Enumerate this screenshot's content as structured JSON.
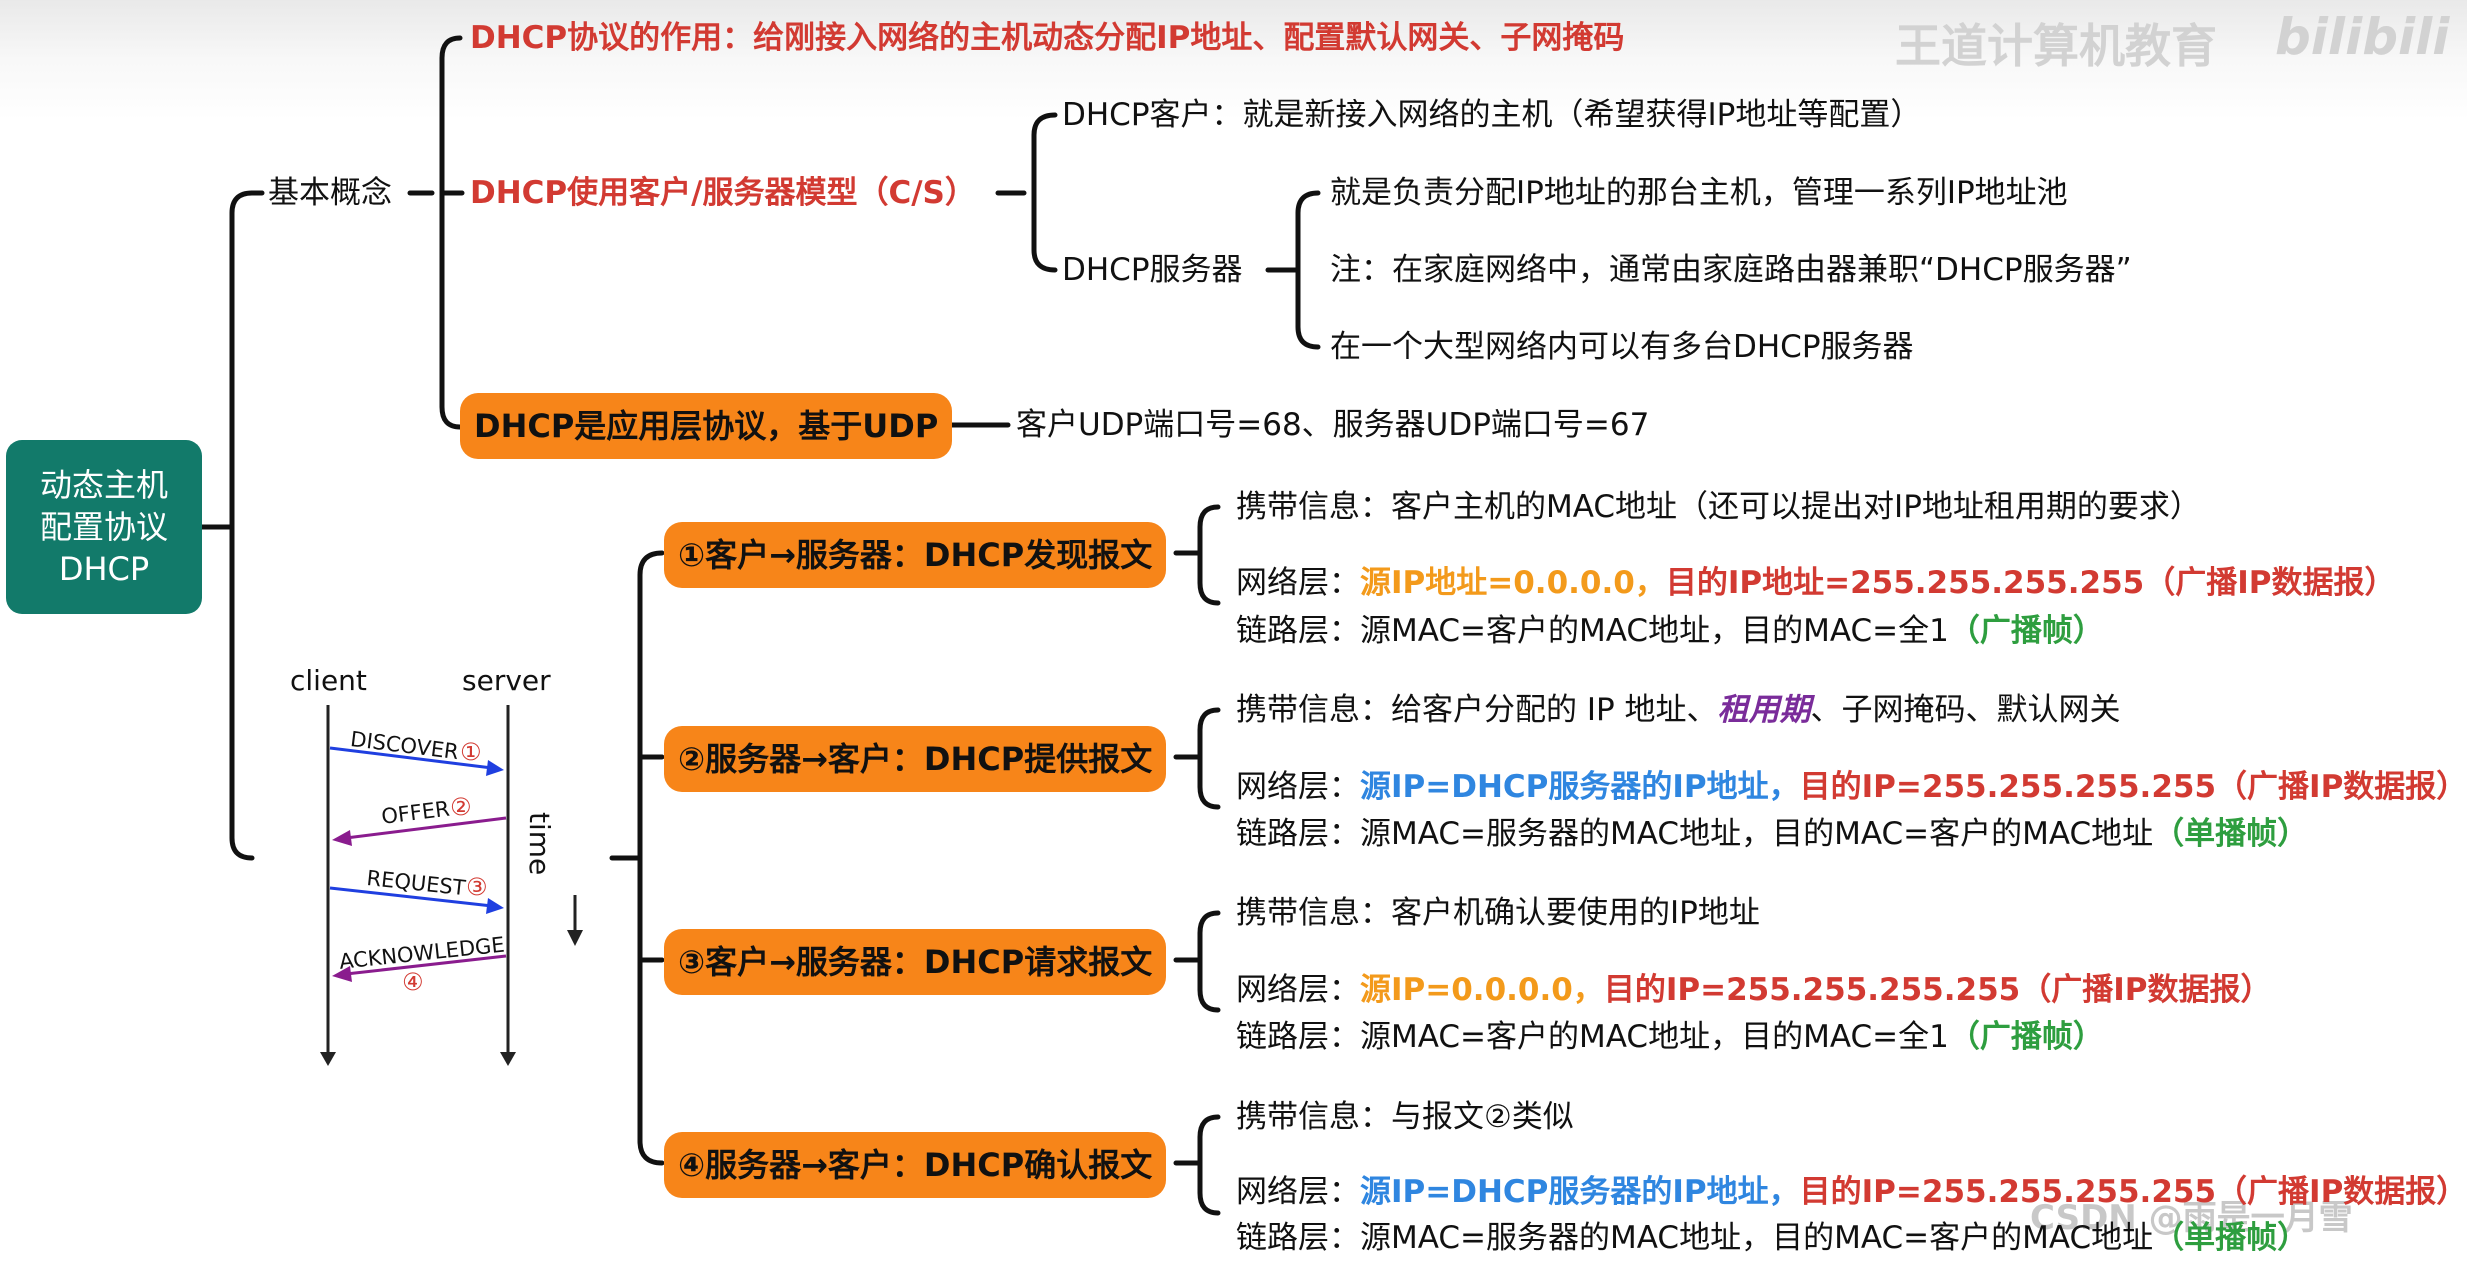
{
  "root": {
    "line1": "动态主机",
    "line2": "配置协议",
    "line3": "DHCP"
  },
  "basic": {
    "label": "基本概念",
    "purpose": "DHCP协议的作用：给刚接入网络的主机动态分配IP地址、配置默认网关、子网掩码",
    "model": "DHCP使用客户/服务器模型（C/S）",
    "client": "DHCP客户：就是新接入网络的主机（希望获得IP地址等配置）",
    "server": "DHCP服务器",
    "server_items": [
      "就是负责分配IP地址的那台主机，管理一系列IP地址池",
      "注：在家庭网络中，通常由家庭路由器兼职“DHCP服务器”",
      "在一个大型网络内可以有多台DHCP服务器"
    ],
    "udp": "DHCP是应用层协议，基于UDP",
    "ports": "客户UDP端口号=68、服务器UDP端口号=67"
  },
  "messages": [
    {
      "title": "①客户→服务器：DHCP发现报文",
      "carry": "携带信息：客户主机的MAC地址（还可以提出对IP地址租用期的要求）",
      "net_prefix": "网络层：",
      "net_src": "源IP地址=0.0.0.0，",
      "net_dst": "目的IP地址=255.255.255.255（广播IP数据报）",
      "link": "链路层：源MAC=客户的MAC地址，目的MAC=全1",
      "link_tag": "（广播帧）"
    },
    {
      "title": "②服务器→客户：DHCP提供报文",
      "carry_pre": "携带信息：给客户分配的 IP 地址、",
      "carry_hl": "租用期",
      "carry_post": "、子网掩码、默认网关",
      "net_prefix": "网络层：",
      "net_src": "源IP=DHCP服务器的IP地址，",
      "net_dst": "目的IP=255.255.255.255（广播IP数据报）",
      "link": "链路层：源MAC=服务器的MAC地址，目的MAC=客户的MAC地址",
      "link_tag": "（单播帧）"
    },
    {
      "title": "③客户→服务器：DHCP请求报文",
      "carry": "携带信息：客户机确认要使用的IP地址",
      "net_prefix": "网络层：",
      "net_src": "源IP=0.0.0.0，",
      "net_dst": "目的IP=255.255.255.255（广播IP数据报）",
      "link": "链路层：源MAC=客户的MAC地址，目的MAC=全1",
      "link_tag": "（广播帧）"
    },
    {
      "title": "④服务器→客户：DHCP确认报文",
      "carry": "携带信息：与报文②类似",
      "net_prefix": "网络层：",
      "net_src": "源IP=DHCP服务器的IP地址，",
      "net_dst": "目的IP=255.255.255.255（广播IP数据报）",
      "link": "链路层：源MAC=服务器的MAC地址，目的MAC=客户的MAC地址",
      "link_tag": "（单播帧）"
    }
  ],
  "sequence": {
    "client": "client",
    "server": "server",
    "time": "time",
    "steps": [
      "DISCOVER",
      "OFFER",
      "REQUEST",
      "ACKNOWLEDGE"
    ],
    "nums": [
      "①",
      "②",
      "③",
      "④"
    ]
  },
  "watermarks": {
    "top": "王道计算机教育",
    "logo": "bilibili",
    "bottom": "CSDN @雨是一月雪"
  },
  "colors": {
    "red": "#d23a32",
    "orange": "#f39a1b",
    "blue": "#2f86e0",
    "green": "#2e9e3f",
    "purple": "#7a2c9a",
    "pill": "#f78519",
    "root": "#127a6a",
    "seq_blue": "#1f3fe0",
    "seq_purple": "#8a1c8e"
  }
}
